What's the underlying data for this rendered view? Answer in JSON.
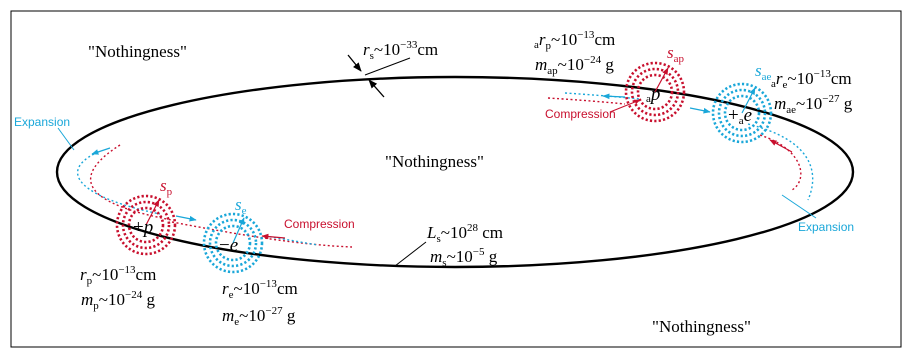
{
  "colors": {
    "proton": "#c8102e",
    "electron": "#1aa7d9",
    "ink": "#000000"
  },
  "nothingness": {
    "top_left": "\"Nothingness\"",
    "center": "\"Nothingness\"",
    "bottom_right": "\"Nothingness\""
  },
  "string": {
    "r_sym": "r",
    "r_sub": "s",
    "r_val": "~10",
    "r_exp": "−33",
    "r_unit": "cm",
    "L_sym": "L",
    "L_sub": "s",
    "L_val": "~10",
    "L_exp": "28",
    "L_unit": " cm",
    "m_sym": "m",
    "m_sub": "s",
    "m_val": "~10",
    "m_exp": "−5",
    "m_unit": " g"
  },
  "antiproton": {
    "label_sub": "a",
    "label_main": "p",
    "s_sym": "s",
    "s_sub": "ap",
    "r_pre": "a",
    "r_sym": "r",
    "r_sub": "p",
    "r_val": "~10",
    "r_exp": "−13",
    "r_unit": "cm",
    "m_sym": "m",
    "m_sub": "ap",
    "m_val": "~10",
    "m_exp": "−24",
    "m_unit": " g"
  },
  "positron": {
    "label_sign": "+",
    "label_sub": "a",
    "label_main": "e",
    "s_sym": "s",
    "s_sub": "ae",
    "r_pre": "a",
    "r_sym": "r",
    "r_sub": "e",
    "r_val": "~10",
    "r_exp": "−13",
    "r_unit": "cm",
    "m_sym": "m",
    "m_sub": "ae",
    "m_val": "~10",
    "m_exp": "−27",
    "m_unit": " g"
  },
  "proton": {
    "label_sign": "+",
    "label_main": "p",
    "s_sym": "s",
    "s_sub": "p",
    "r_sym": "r",
    "r_sub": "p",
    "r_val": "~10",
    "r_exp": "−13",
    "r_unit": "cm",
    "m_sym": "m",
    "m_sub": "p",
    "m_val": "~10",
    "m_exp": "−24",
    "m_unit": " g"
  },
  "electron": {
    "label_sign": "−",
    "label_main": "e",
    "s_sym": "s",
    "s_sub": "e",
    "r_sym": "r",
    "r_sub": "e",
    "r_val": "~10",
    "r_exp": "−13",
    "r_unit": "cm",
    "m_sym": "m",
    "m_sub": "e",
    "m_val": "~10",
    "m_exp": "−27",
    "m_unit": " g"
  },
  "flows": {
    "expansion_left": "Expansion",
    "expansion_right": "Expansion",
    "compression_top": "Compression",
    "compression_bottom": "Compression"
  }
}
